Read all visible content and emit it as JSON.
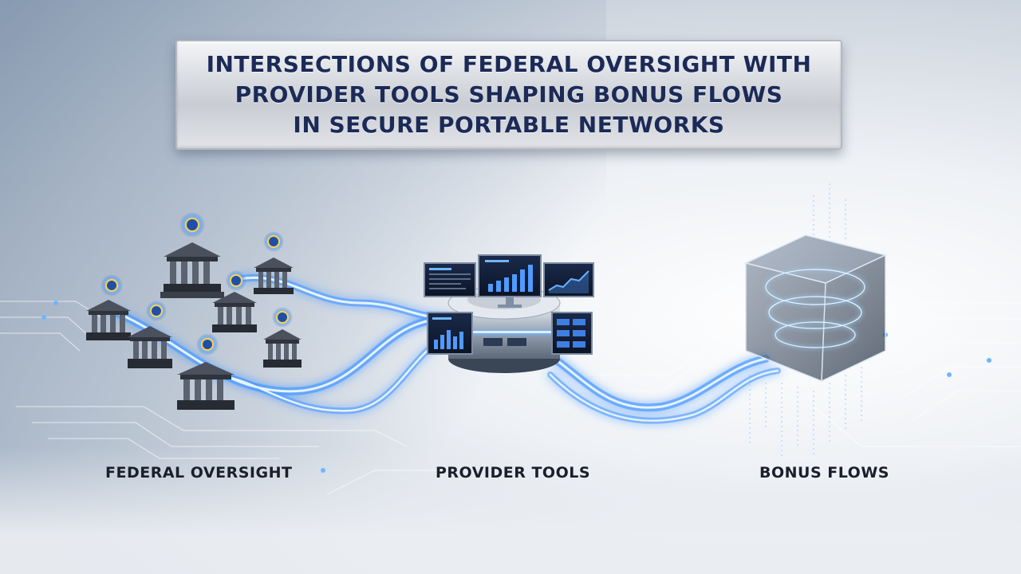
{
  "title": {
    "lines": [
      "INTERSECTIONS OF FEDERAL OVERSIGHT WITH",
      "PROVIDER TOOLS SHAPING BONUS FLOWS",
      "IN SECURE PORTABLE NETWORKS"
    ]
  },
  "sections": {
    "federal": "FEDERAL OVERSIGHT",
    "provider": "PROVIDER TOOLS",
    "bonus": "BONUS FLOWS"
  },
  "colors": {
    "title_text": "#1b2a57",
    "flow_glow": "#4f9bff",
    "flow_core": "#dff0ff",
    "building": "#3b414c",
    "cube_edge": "#8aa0b8"
  },
  "icons": {
    "building": "government-building-icon",
    "badge": "security-badge-icon",
    "server": "server-hub-icon",
    "dashboard": "dashboard-screen-icon",
    "cube": "data-cube-icon"
  }
}
